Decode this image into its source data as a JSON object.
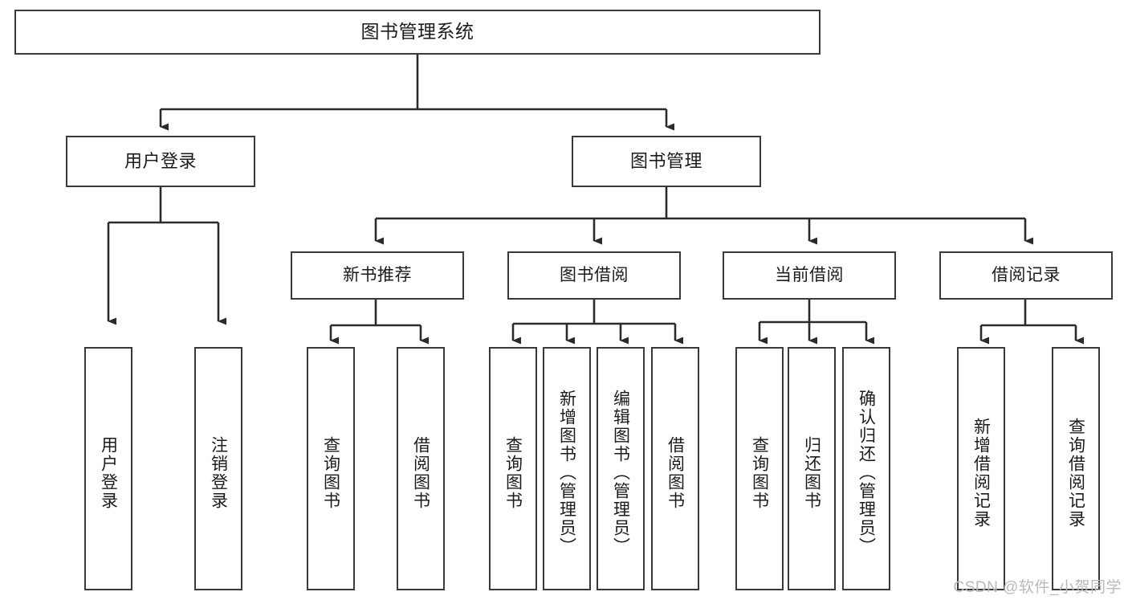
{
  "diagram": {
    "type": "tree-hierarchy",
    "title": "图书管理系统",
    "watermark": "CSDN @软件_小贺同学",
    "colors": {
      "box_border": "#3a3a3a",
      "box_fill": "#ffffff",
      "connector": "#2b2b2b",
      "text": "#1b1b1b",
      "watermark": "#b9b9b9"
    },
    "root": {
      "label": "图书管理系统"
    },
    "level2": [
      {
        "label": "用户登录"
      },
      {
        "label": "图书管理"
      }
    ],
    "level3": [
      {
        "label": "新书推荐"
      },
      {
        "label": "图书借阅"
      },
      {
        "label": "当前借阅"
      },
      {
        "label": "借阅记录"
      }
    ],
    "leaves": {
      "user_login": [
        {
          "label": "用户登录"
        },
        {
          "label": "注销登录"
        }
      ],
      "new_book_recommend": [
        {
          "label": "查询图书"
        },
        {
          "label": "借阅图书"
        }
      ],
      "book_borrow": [
        {
          "label": "查询图书"
        },
        {
          "label": "新增图书（管理员）"
        },
        {
          "label": "编辑图书（管理员）"
        },
        {
          "label": "借阅图书"
        }
      ],
      "current_borrow": [
        {
          "label": "查询图书"
        },
        {
          "label": "归还图书"
        },
        {
          "label": "确认归还（管理员）"
        }
      ],
      "borrow_record": [
        {
          "label": "新增借阅记录"
        },
        {
          "label": "查询借阅记录"
        }
      ]
    }
  }
}
